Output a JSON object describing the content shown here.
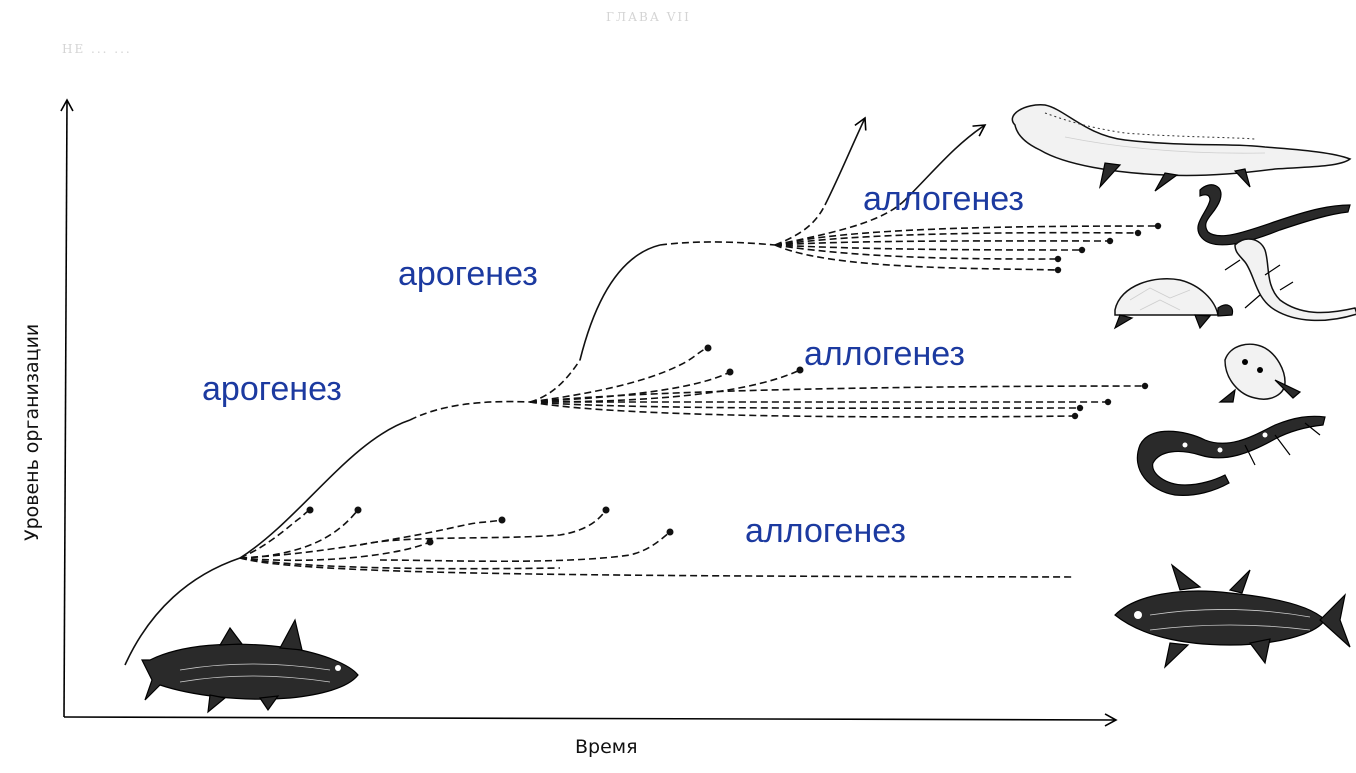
{
  "header_faint_top": "ГЛАВА VII",
  "header_faint_left": "НЕ ... ...",
  "labels": {
    "arogenez_low": "арогенез",
    "arogenez_high": "арогенез",
    "allogenez_top": "аллогенез",
    "allogenez_middle": "аллогенез",
    "allogenez_bottom": "аллогенез"
  },
  "axes": {
    "y_label": "Уровень организации",
    "x_label": "Время"
  },
  "icons": {
    "fish_start": "ancient-fish-icon",
    "coelacanth": "coelacanth-icon",
    "crocodile": "crocodile-icon",
    "snake": "snake-icon",
    "lizard": "lizard-icon",
    "turtle": "turtle-icon",
    "frog": "frog-icon",
    "salamander": "salamander-icon"
  },
  "colors": {
    "label_blue": "#1c3aa0",
    "lines": "#111111"
  }
}
